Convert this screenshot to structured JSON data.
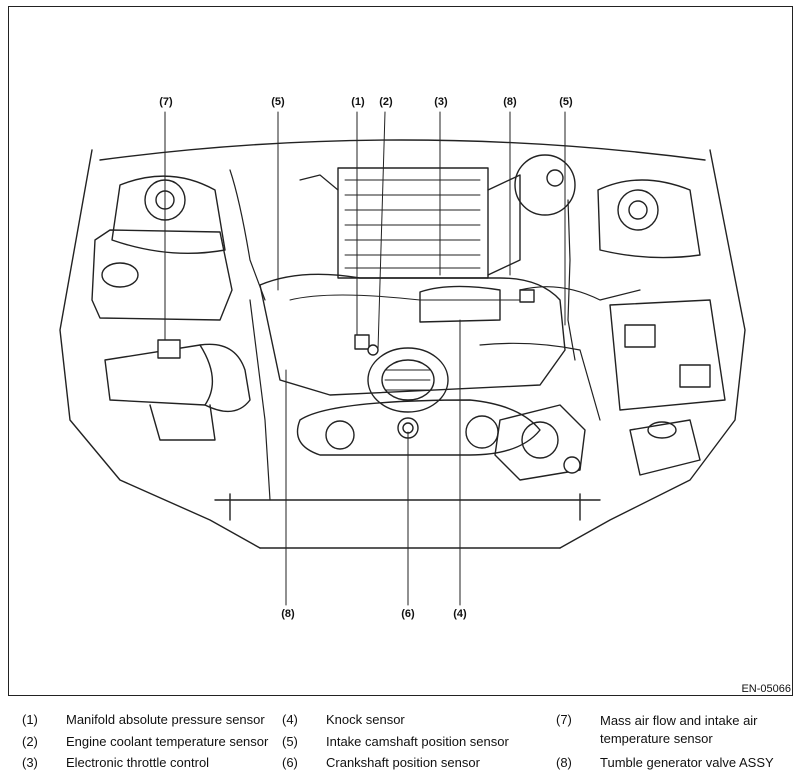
{
  "figure_id": "EN-05066",
  "callouts": {
    "c7": "(7)",
    "c5a": "(5)",
    "c1": "(1)",
    "c2": "(2)",
    "c3": "(3)",
    "c8a": "(8)",
    "c5b": "(5)",
    "c8b": "(8)",
    "c6": "(6)",
    "c4": "(4)"
  },
  "legend": [
    {
      "num": "(1)",
      "text": "Manifold absolute pressure sensor"
    },
    {
      "num": "(2)",
      "text": "Engine coolant temperature sensor"
    },
    {
      "num": "(3)",
      "text": "Electronic throttle control"
    },
    {
      "num": "(4)",
      "text": "Knock sensor"
    },
    {
      "num": "(5)",
      "text": "Intake camshaft position sensor"
    },
    {
      "num": "(6)",
      "text": "Crankshaft position sensor"
    },
    {
      "num": "(7)",
      "text": "Mass air flow and intake air temperature sensor"
    },
    {
      "num": "(8)",
      "text": "Tumble generator valve ASSY"
    }
  ]
}
